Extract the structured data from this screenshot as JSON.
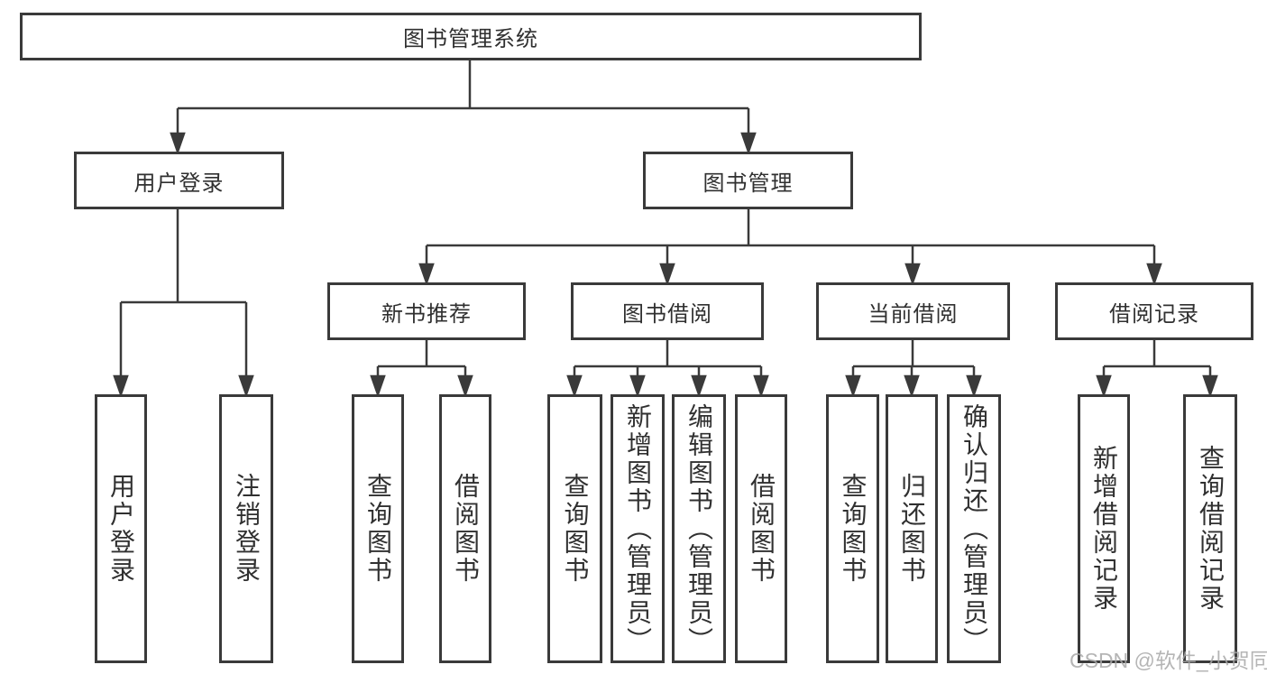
{
  "diagram": {
    "root": {
      "label": "图书管理系统"
    },
    "branches": [
      {
        "label": "用户登录",
        "children": [
          "用户登录",
          "注销登录"
        ]
      },
      {
        "label": "图书管理",
        "groups": [
          {
            "label": "新书推荐",
            "children": [
              "查询图书",
              "借阅图书"
            ]
          },
          {
            "label": "图书借阅",
            "children": [
              "查询图书",
              "新增图书（管理员）",
              "编辑图书（管理员）",
              "借阅图书"
            ]
          },
          {
            "label": "当前借阅",
            "children": [
              "查询图书",
              "归还图书",
              "确认归还（管理员）"
            ]
          },
          {
            "label": "借阅记录",
            "children": [
              "新增借阅记录",
              "查询借阅记录"
            ]
          }
        ]
      }
    ],
    "watermark": "CSDN @软件_小贺同学",
    "colors": {
      "line": "#3a3a3a",
      "text": "#303030",
      "watermark": "#a8a8a8",
      "background": "#ffffff"
    }
  }
}
